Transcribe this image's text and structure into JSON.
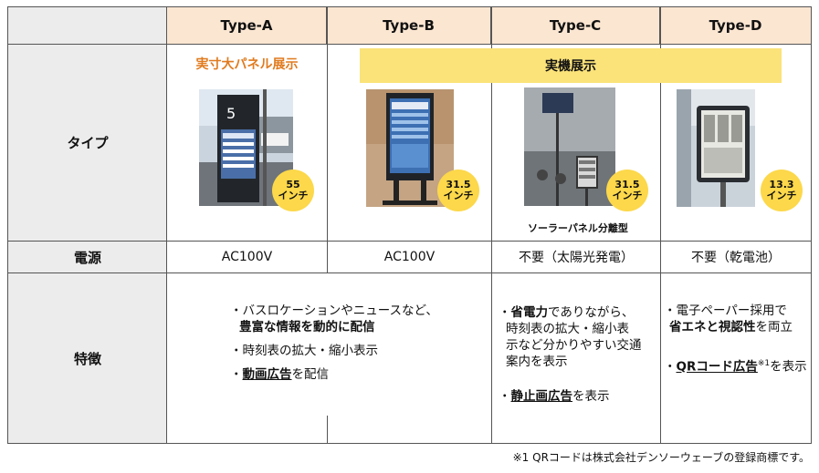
{
  "headers": [
    "Type-A",
    "Type-B",
    "Type-C",
    "Type-D"
  ],
  "row_labels": {
    "type": "タイプ",
    "power": "電源",
    "features": "特徴"
  },
  "display_labels": {
    "full_size_panel": "実寸大パネル展示",
    "real_machine": "実機展示"
  },
  "sizes": [
    {
      "num": "55",
      "unit": "インチ"
    },
    {
      "num": "31.5",
      "unit": "インチ"
    },
    {
      "num": "31.5",
      "unit": "インチ"
    },
    {
      "num": "13.3",
      "unit": "インチ"
    }
  ],
  "solar_caption": "ソーラーパネル分離型",
  "power": [
    "AC100V",
    "AC100V",
    "不要（太陽光発電）",
    "不要（乾電池）"
  ],
  "features_ab": {
    "l1": "・バスロケーションやニュースなど、",
    "l2": "豊富な情報を動的に配信",
    "l3": "・時刻表の拡大・縮小表示",
    "l4_bullet": "・",
    "l4_bold": "動画広告",
    "l4_rest": "を配信"
  },
  "features_c": {
    "p1_bullet": "・",
    "p1_bold": "省電力",
    "p1_rest": "でありながら、",
    "p1_l2": "時刻表の拡大・縮小表",
    "p1_l3": "示など分かりやすい交通",
    "p1_l4": "案内を表示",
    "p2_bullet": "・",
    "p2_bold": "静止画広告",
    "p2_rest": "を表示"
  },
  "features_d": {
    "l1": "・電子ペーパー採用で",
    "l2_bold": "省エネと視認性",
    "l2_rest": "を両立",
    "l3_bullet": "・",
    "l3_bold": "QRコード広告",
    "l3_sup": "※1",
    "l3_rest": "を表示"
  },
  "footnote": "※1 QRコードは株式会社デンソーウェーブの登録商標です。",
  "colors": {
    "header_bg": "#fbe6d2",
    "label_bg": "#ececec",
    "accent_orange": "#e07b1f",
    "yellow": "#fbe37a",
    "badge": "#fcd84a"
  }
}
